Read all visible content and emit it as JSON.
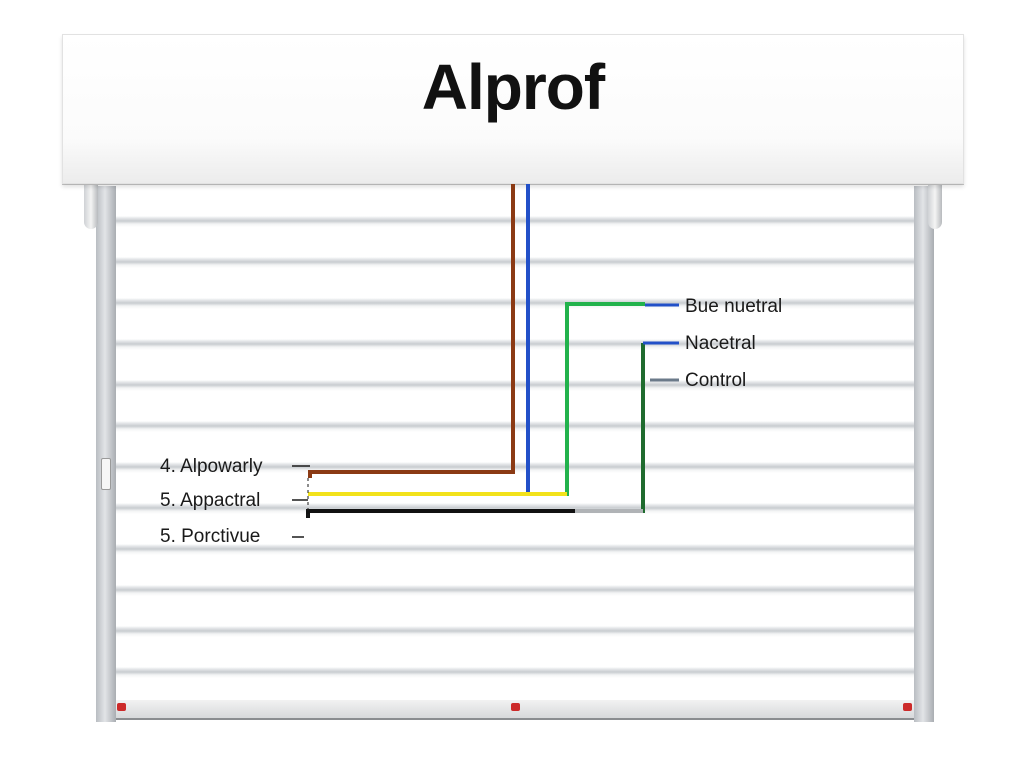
{
  "brand": {
    "title": "Alprof"
  },
  "labels": {
    "bue_nuetral": "Bue nuetral",
    "nacetral": "Nacetral",
    "control": "Control",
    "alpowarly": "4. Alpowarly",
    "appactral": "5. Appactral",
    "porctivue": "5. Porctivue"
  },
  "colors": {
    "brown_wire": "#8b3a14",
    "blue_wire": "#2250c8",
    "green_wire": "#22b24c",
    "dark_green_wire": "#1f6b2e",
    "yellow_wire": "#f2e21a",
    "black_wire": "#111111",
    "gray_wire": "#b0b3b6",
    "stop_red": "#cc2a2a"
  }
}
